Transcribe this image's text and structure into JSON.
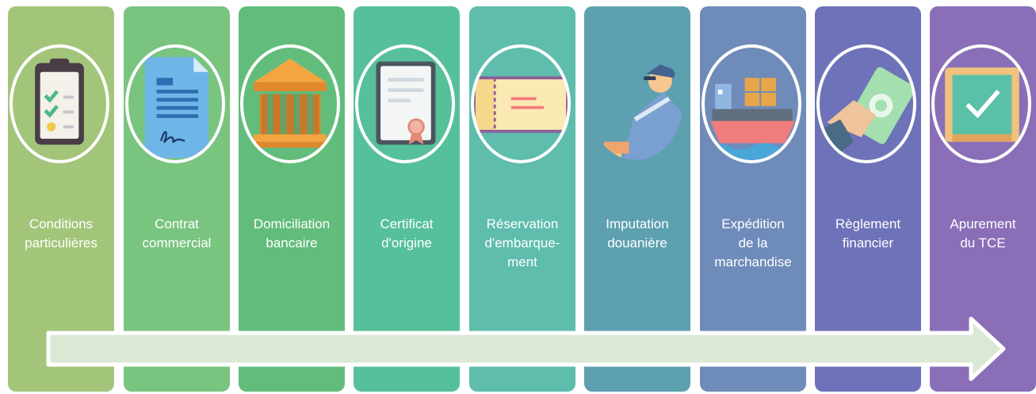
{
  "steps": [
    {
      "id": "conditions",
      "lines": [
        "Conditions",
        "particulières"
      ],
      "color": "#a3c57a",
      "icon": "checklist-clipboard-icon"
    },
    {
      "id": "contrat",
      "lines": [
        "Contrat",
        "commercial"
      ],
      "color": "#79c47f",
      "icon": "signed-contract-icon"
    },
    {
      "id": "domiciliation",
      "lines": [
        "Domiciliation",
        "bancaire"
      ],
      "color": "#62bd7c",
      "icon": "bank-building-icon"
    },
    {
      "id": "certificat",
      "lines": [
        "Certificat",
        "d'origine"
      ],
      "color": "#56c09a",
      "icon": "certificate-icon"
    },
    {
      "id": "reservation",
      "lines": [
        "Réservation",
        "d'embarque-",
        "ment"
      ],
      "color": "#5ebdad",
      "icon": "ticket-icon"
    },
    {
      "id": "imputation",
      "lines": [
        "Imputation",
        "douanière"
      ],
      "color": "#5da0b0",
      "icon": "customs-officer-icon"
    },
    {
      "id": "expedition",
      "lines": [
        "Expédition",
        "de la",
        "marchandise"
      ],
      "color": "#6f8bb9",
      "icon": "cargo-ship-icon"
    },
    {
      "id": "reglement",
      "lines": [
        "Règlement",
        "financier"
      ],
      "color": "#6e72b8",
      "icon": "payment-hand-icon"
    },
    {
      "id": "apurement",
      "lines": [
        "Apurement",
        "du TCE"
      ],
      "color": "#8a6fb8",
      "icon": "validated-document-icon"
    }
  ],
  "arrow": {
    "fill": "#dce8d6",
    "stroke": "#ffffff"
  }
}
